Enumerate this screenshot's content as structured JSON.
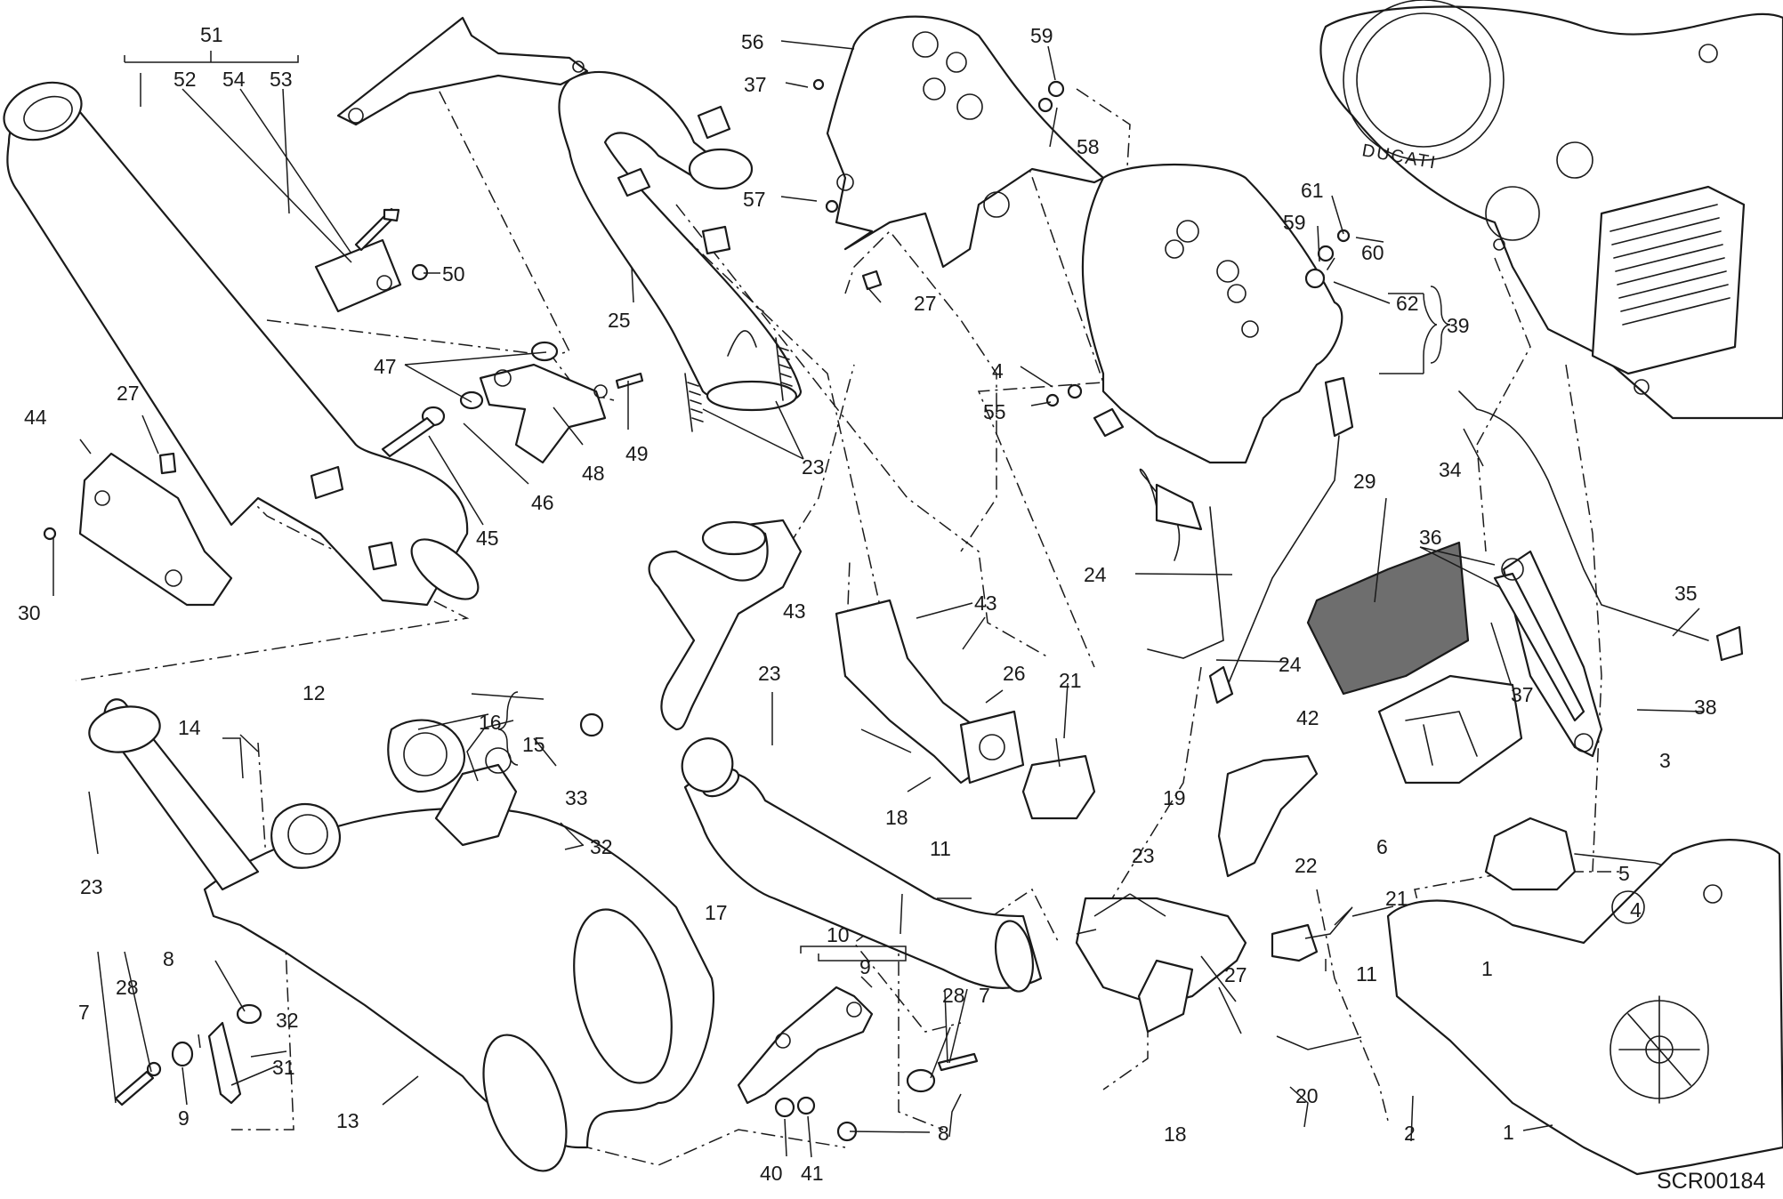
{
  "diagram": {
    "code": "SCR00184",
    "brand_mark": "DUCATI",
    "callouts": [
      {
        "id": "c51",
        "text": "51"
      },
      {
        "id": "c52",
        "text": "52"
      },
      {
        "id": "c54a",
        "text": "54"
      },
      {
        "id": "c53",
        "text": "53"
      },
      {
        "id": "c50",
        "text": "50"
      },
      {
        "id": "c47",
        "text": "47"
      },
      {
        "id": "c49",
        "text": "49"
      },
      {
        "id": "c48",
        "text": "48"
      },
      {
        "id": "c45",
        "text": "45"
      },
      {
        "id": "c46",
        "text": "46"
      },
      {
        "id": "c44",
        "text": "44"
      },
      {
        "id": "c27a",
        "text": "27"
      },
      {
        "id": "c30",
        "text": "30"
      },
      {
        "id": "c25",
        "text": "25"
      },
      {
        "id": "c23a",
        "text": "23"
      },
      {
        "id": "c56",
        "text": "56"
      },
      {
        "id": "c37a",
        "text": "37"
      },
      {
        "id": "c57",
        "text": "57"
      },
      {
        "id": "c59a",
        "text": "59"
      },
      {
        "id": "c58",
        "text": "58"
      },
      {
        "id": "c27b",
        "text": "27"
      },
      {
        "id": "c61",
        "text": "61"
      },
      {
        "id": "c59b",
        "text": "59"
      },
      {
        "id": "c60",
        "text": "60"
      },
      {
        "id": "c62",
        "text": "62"
      },
      {
        "id": "c39",
        "text": "39"
      },
      {
        "id": "c4a",
        "text": "4"
      },
      {
        "id": "c55",
        "text": "55"
      },
      {
        "id": "c34",
        "text": "34"
      },
      {
        "id": "c24a",
        "text": "24"
      },
      {
        "id": "c29",
        "text": "29"
      },
      {
        "id": "c36",
        "text": "36"
      },
      {
        "id": "c35",
        "text": "35"
      },
      {
        "id": "c37b",
        "text": "37"
      },
      {
        "id": "c38",
        "text": "38"
      },
      {
        "id": "c24b",
        "text": "24"
      },
      {
        "id": "c43a",
        "text": "43"
      },
      {
        "id": "c43b",
        "text": "43"
      },
      {
        "id": "c26",
        "text": "26"
      },
      {
        "id": "c23b",
        "text": "23"
      },
      {
        "id": "c21a",
        "text": "21"
      },
      {
        "id": "c12",
        "text": "12"
      },
      {
        "id": "c16",
        "text": "16"
      },
      {
        "id": "c15",
        "text": "15"
      },
      {
        "id": "c14",
        "text": "14"
      },
      {
        "id": "c33",
        "text": "33"
      },
      {
        "id": "c32a",
        "text": "32"
      },
      {
        "id": "c23c",
        "text": "23"
      },
      {
        "id": "c18a",
        "text": "18"
      },
      {
        "id": "c11a",
        "text": "11"
      },
      {
        "id": "c42",
        "text": "42"
      },
      {
        "id": "c19",
        "text": "19"
      },
      {
        "id": "c6",
        "text": "6"
      },
      {
        "id": "c3",
        "text": "3"
      },
      {
        "id": "c17",
        "text": "17"
      },
      {
        "id": "c23d",
        "text": "23"
      },
      {
        "id": "c22",
        "text": "22"
      },
      {
        "id": "c21b",
        "text": "21"
      },
      {
        "id": "c5",
        "text": "5"
      },
      {
        "id": "c4b",
        "text": "4"
      },
      {
        "id": "c1a",
        "text": "1"
      },
      {
        "id": "c10",
        "text": "10"
      },
      {
        "id": "c9a",
        "text": "9"
      },
      {
        "id": "c28a",
        "text": "28"
      },
      {
        "id": "c7a",
        "text": "7"
      },
      {
        "id": "c8a",
        "text": "8"
      },
      {
        "id": "c7b",
        "text": "7"
      },
      {
        "id": "c28b",
        "text": "28"
      },
      {
        "id": "c32b",
        "text": "32"
      },
      {
        "id": "c31",
        "text": "31"
      },
      {
        "id": "c9b",
        "text": "9"
      },
      {
        "id": "c13",
        "text": "13"
      },
      {
        "id": "c27c",
        "text": "27"
      },
      {
        "id": "c11b",
        "text": "11"
      },
      {
        "id": "c20",
        "text": "20"
      },
      {
        "id": "c18b",
        "text": "18"
      },
      {
        "id": "c8b",
        "text": "8"
      },
      {
        "id": "c40",
        "text": "40"
      },
      {
        "id": "c41",
        "text": "41"
      },
      {
        "id": "c2",
        "text": "2"
      },
      {
        "id": "c1b",
        "text": "1"
      }
    ]
  }
}
